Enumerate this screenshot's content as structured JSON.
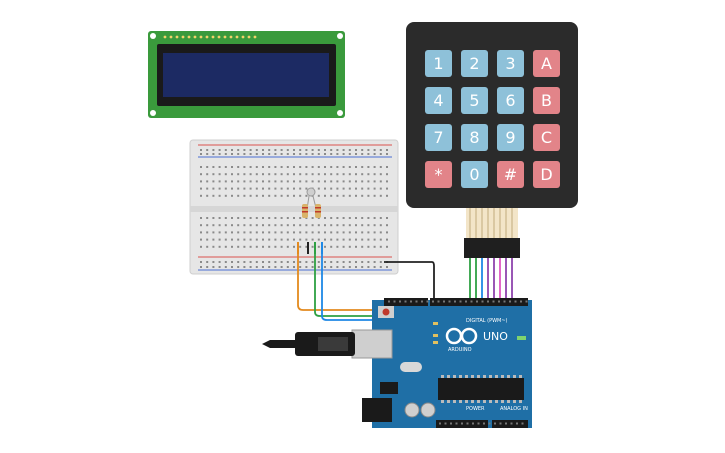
{
  "keypad": {
    "keys": [
      {
        "label": "1",
        "color": "#8ec1d9"
      },
      {
        "label": "2",
        "color": "#8ec1d9"
      },
      {
        "label": "3",
        "color": "#8ec1d9"
      },
      {
        "label": "A",
        "color": "#e28489"
      },
      {
        "label": "4",
        "color": "#8ec1d9"
      },
      {
        "label": "5",
        "color": "#8ec1d9"
      },
      {
        "label": "6",
        "color": "#8ec1d9"
      },
      {
        "label": "B",
        "color": "#e28489"
      },
      {
        "label": "7",
        "color": "#8ec1d9"
      },
      {
        "label": "8",
        "color": "#8ec1d9"
      },
      {
        "label": "9",
        "color": "#8ec1d9"
      },
      {
        "label": "C",
        "color": "#e28489"
      },
      {
        "label": "*",
        "color": "#e28489"
      },
      {
        "label": "0",
        "color": "#8ec1d9"
      },
      {
        "label": "#",
        "color": "#e28489"
      },
      {
        "label": "D",
        "color": "#e28489"
      }
    ]
  },
  "arduino": {
    "brand": "ARDUINO",
    "model": "UNO",
    "digital_label": "DIGITAL (PWM~)",
    "power_label": "POWER",
    "analog_label": "ANALOG IN",
    "board_color": "#1f6fa6"
  },
  "colors": {
    "lcd_pcb": "#3a9a3c",
    "lcd_screen": "#1c2a63",
    "breadboard": "#e6e6e6",
    "keypad_body": "#2b2b2b",
    "wire_orange": "#e38a1e",
    "wire_green": "#2ea043",
    "wire_blue": "#1e88e5",
    "wire_black": "#222222",
    "wire_purple": "#8e44ad",
    "wire_pink": "#e056c2"
  }
}
